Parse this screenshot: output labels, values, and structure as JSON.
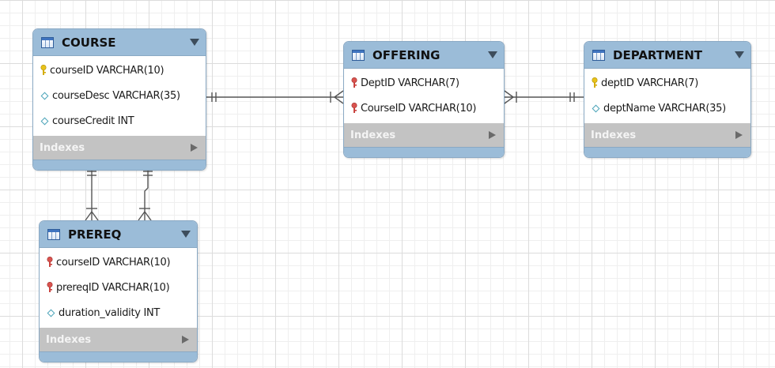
{
  "diagram": {
    "indexes_label": "Indexes",
    "entities": [
      {
        "id": "course",
        "title": "COURSE",
        "columns": [
          {
            "text": "courseID VARCHAR(10)",
            "kind": "primary-key"
          },
          {
            "text": "courseDesc VARCHAR(35)",
            "kind": "attribute"
          },
          {
            "text": "courseCredit INT",
            "kind": "attribute"
          }
        ]
      },
      {
        "id": "offering",
        "title": "OFFERING",
        "columns": [
          {
            "text": "DeptID VARCHAR(7)",
            "kind": "foreign-key"
          },
          {
            "text": "CourseID VARCHAR(10)",
            "kind": "foreign-key"
          }
        ]
      },
      {
        "id": "department",
        "title": "DEPARTMENT",
        "columns": [
          {
            "text": "deptID VARCHAR(7)",
            "kind": "primary-key"
          },
          {
            "text": "deptName VARCHAR(35)",
            "kind": "attribute"
          }
        ]
      },
      {
        "id": "prereq",
        "title": "PREREQ",
        "columns": [
          {
            "text": "courseID VARCHAR(10)",
            "kind": "foreign-key"
          },
          {
            "text": "prereqID VARCHAR(10)",
            "kind": "foreign-key"
          },
          {
            "text": "duration_validity INT",
            "kind": "attribute"
          }
        ]
      }
    ],
    "relationships": [
      {
        "from": "course",
        "to": "offering",
        "from_end": "one-mandatory",
        "to_end": "many-mandatory"
      },
      {
        "from": "department",
        "to": "offering",
        "from_end": "one-mandatory",
        "to_end": "many-mandatory"
      },
      {
        "from": "course",
        "to": "prereq",
        "from_end": "one-mandatory",
        "to_end": "many-mandatory"
      },
      {
        "from": "course",
        "to": "prereq",
        "from_end": "one-mandatory",
        "to_end": "many-mandatory"
      }
    ],
    "colors": {
      "header": "#9bbcd8",
      "indexes_bar": "#c3c3c3",
      "primary_key": "#e8c21a",
      "foreign_key": "#d9534f",
      "attribute": "#4aa3b8",
      "connector": "#555555"
    },
    "icons": {
      "table": "table-icon",
      "dropdown": "dropdown-icon",
      "primary-key": "primary-key-icon",
      "foreign-key": "foreign-key-icon",
      "attribute": "attribute-diamond-icon",
      "expand": "expand-arrow-icon"
    }
  }
}
